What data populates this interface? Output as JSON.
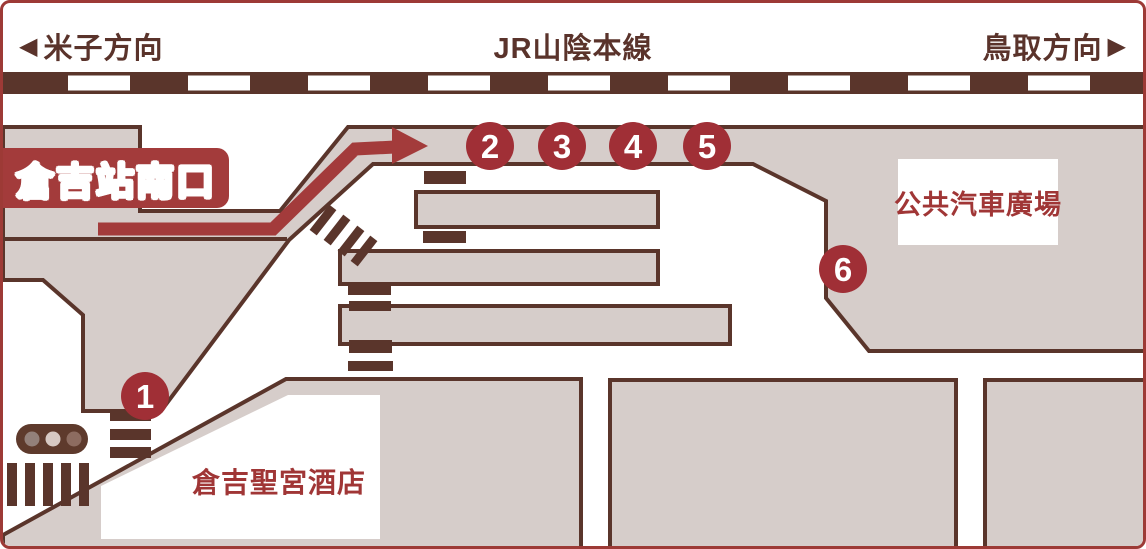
{
  "header": {
    "left_icon": "◀",
    "left_label": "米子方向",
    "center_label": "JR山陰本線",
    "right_label": "鳥取方向",
    "right_icon": "▶"
  },
  "labels": {
    "station_exit": "倉吉站南口",
    "bus_plaza": "公共汽車廣場",
    "hotel": "倉吉聖宮酒店"
  },
  "stops": [
    "1",
    "2",
    "3",
    "4",
    "5",
    "6"
  ],
  "colors": {
    "accent_red": "#a33b3b",
    "stop_marker_red": "#a02f36",
    "outline_dark_brown": "#5a352b",
    "area_beige": "#d6cdca",
    "label_text_red": "#a03636",
    "page_border_red": "#9d3a36",
    "traffic_light_body": "#5e3a2c",
    "traffic_light_lamp_left": "#93807a",
    "traffic_light_lamp_middle": "#d7c9c3",
    "traffic_light_lamp_right": "#8d6c60"
  }
}
